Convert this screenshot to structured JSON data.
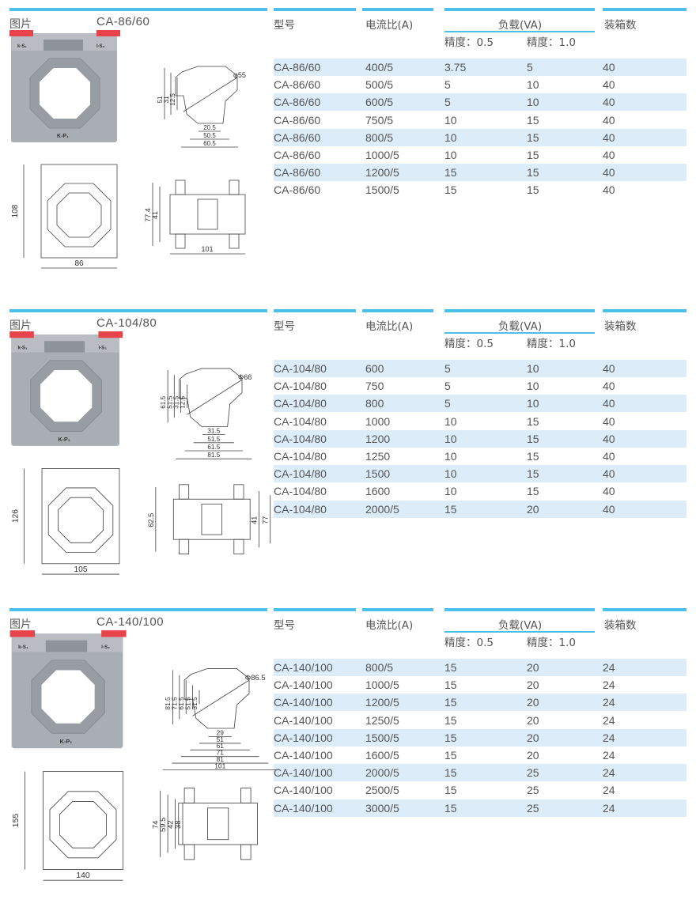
{
  "labels": {
    "picture": "图片",
    "model": "型号",
    "ratio": "电流比(A)",
    "load": "负载(VA)",
    "acc05": "精度：0.5",
    "acc10": "精度：1.0",
    "box_qty": "装箱数"
  },
  "colors": {
    "accent": "#4cc0ea",
    "row_alt": "#dcecf8",
    "product_body": "#a9adb4",
    "product_cap": "#e8434a"
  },
  "sections": [
    {
      "model": "CA-86/60",
      "terminals": {
        "left": "k-S₁",
        "right": "l-S₂",
        "bottom": "K-P₁"
      },
      "dims": {
        "diameter": "φ55",
        "profile_vertical": [
          "51",
          "31",
          "12.5"
        ],
        "profile_horizontal": [
          "20.5",
          "50.5",
          "60.5"
        ],
        "front_height": "108",
        "front_width": "86",
        "side_vertical": [
          "77.4",
          "41"
        ],
        "side_width": "101"
      },
      "rows": [
        [
          "CA-86/60",
          "400/5",
          "3.75",
          "5",
          "40"
        ],
        [
          "CA-86/60",
          "500/5",
          "5",
          "10",
          "40"
        ],
        [
          "CA-86/60",
          "600/5",
          "5",
          "10",
          "40"
        ],
        [
          "CA-86/60",
          "750/5",
          "10",
          "15",
          "40"
        ],
        [
          "CA-86/60",
          "800/5",
          "10",
          "15",
          "40"
        ],
        [
          "CA-86/60",
          "1000/5",
          "10",
          "15",
          "40"
        ],
        [
          "CA-86/60",
          "1200/5",
          "15",
          "15",
          "40"
        ],
        [
          "CA-86/60",
          "1500/5",
          "15",
          "15",
          "40"
        ]
      ]
    },
    {
      "model": "CA-104/80",
      "terminals": {
        "left": "k-S₁",
        "right": "l-S₂",
        "bottom": "K-P₁"
      },
      "dims": {
        "diameter": "Φ66",
        "profile_vertical": [
          "61.5",
          "51.5",
          "31.5",
          "12.5"
        ],
        "profile_horizontal": [
          "31.5",
          "51.5",
          "61.5",
          "81.5"
        ],
        "front_height": "126",
        "front_width": "105",
        "side_vertical": [
          "62.5",
          "41",
          "77"
        ],
        "side_width": ""
      },
      "rows": [
        [
          "CA-104/80",
          "600",
          "5",
          "10",
          "40"
        ],
        [
          "CA-104/80",
          "750",
          "5",
          "10",
          "40"
        ],
        [
          "CA-104/80",
          "800",
          "5",
          "10",
          "40"
        ],
        [
          "CA-104/80",
          "1000",
          "10",
          "15",
          "40"
        ],
        [
          "CA-104/80",
          "1200",
          "10",
          "15",
          "40"
        ],
        [
          "CA-104/80",
          "1250",
          "10",
          "15",
          "40"
        ],
        [
          "CA-104/80",
          "1500",
          "10",
          "15",
          "40"
        ],
        [
          "CA-104/80",
          "1600",
          "10",
          "15",
          "40"
        ],
        [
          "CA-104/80",
          "2000/5",
          "15",
          "20",
          "40"
        ]
      ]
    },
    {
      "model": "CA-140/100",
      "terminals": {
        "left": "k-S₁",
        "right": "l-S₂",
        "bottom": "K-P₁"
      },
      "dims": {
        "diameter": "Φ86.5",
        "profile_vertical": [
          "81.5",
          "71.5",
          "61.5",
          "51.5",
          "31.5"
        ],
        "profile_horizontal": [
          "29",
          "51",
          "61",
          "71",
          "81",
          "101"
        ],
        "front_height": "155",
        "front_width": "140",
        "side_vertical": [
          "74",
          "59.5",
          "42",
          "38"
        ],
        "side_width": ""
      },
      "rows": [
        [
          "CA-140/100",
          "800/5",
          "15",
          "20",
          "24"
        ],
        [
          "CA-140/100",
          "1000/5",
          "15",
          "20",
          "24"
        ],
        [
          "CA-140/100",
          "1200/5",
          "15",
          "20",
          "24"
        ],
        [
          "CA-140/100",
          "1250/5",
          "15",
          "20",
          "24"
        ],
        [
          "CA-140/100",
          "1500/5",
          "15",
          "20",
          "24"
        ],
        [
          "CA-140/100",
          "1600/5",
          "15",
          "20",
          "24"
        ],
        [
          "CA-140/100",
          "2000/5",
          "15",
          "25",
          "24"
        ],
        [
          "CA-140/100",
          "2500/5",
          "15",
          "25",
          "24"
        ],
        [
          "CA-140/100",
          "3000/5",
          "15",
          "25",
          "24"
        ]
      ]
    }
  ]
}
